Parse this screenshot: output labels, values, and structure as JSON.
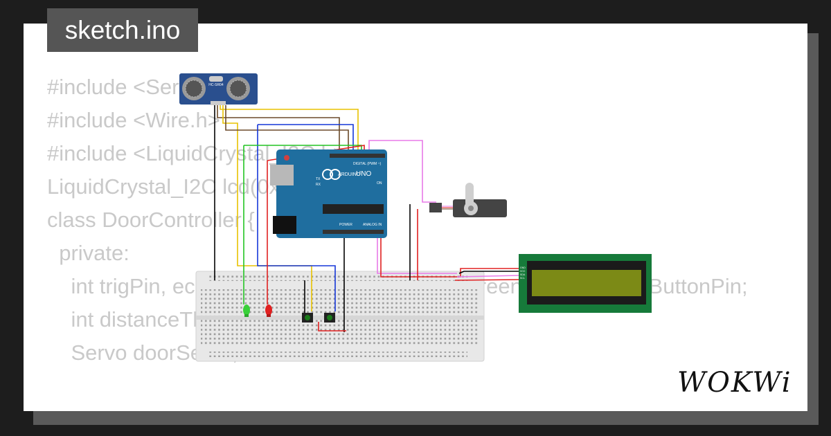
{
  "title": "sketch.ino",
  "code_lines": [
    "#include <Servo.h>",
    "#include <Wire.h>",
    "#include <LiquidCrystal_I2C.h>",
    "",
    "LiquidCrystal_I2C lcd(0x27, 16, 2);",
    "",
    "class DoorController {",
    "  private:",
    "    int trigPin, echoPin, servoPin, redLedPin, greenLedPin, openButtonPin;",
    "    int distanceThreshold;",
    "    Servo doorServo;"
  ],
  "logo_text": "WOKWi",
  "components": {
    "sensor_label": "HC-SR04",
    "arduino_brand": "ARDUINO",
    "arduino_model": "UNO",
    "arduino_digital": "DIGITAL (PWM ~)",
    "arduino_power": "POWER",
    "arduino_analog": "ANALOG IN",
    "arduino_on": "ON",
    "arduino_tx": "TX",
    "arduino_rx": "RX",
    "lcd_pins": [
      "GND",
      "VCC",
      "SDA",
      "SCL"
    ]
  },
  "colors": {
    "background": "#1d1d1d",
    "card": "#ffffff",
    "code_text": "#c9c9c9",
    "title_tab": "#555555",
    "arduino_board": "#1f6e9f",
    "lcd_bezel": "#167a3a",
    "lcd_screen": "#7c8a16",
    "sensor_board": "#2a4f8e"
  }
}
